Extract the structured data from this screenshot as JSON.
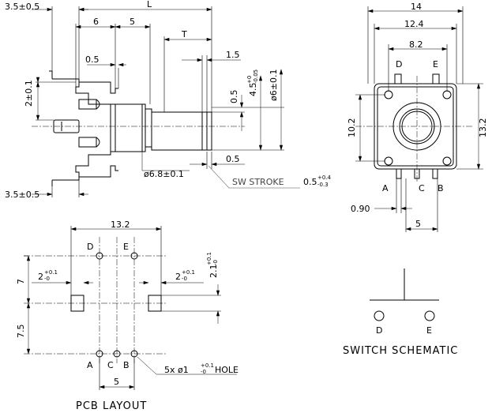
{
  "side_view": {
    "dim_3_5_top": "3.5±0.5",
    "dim_L": "L",
    "dim_6": "6",
    "dim_5": "5",
    "dim_T": "T",
    "dim_0_5_left": "0.5",
    "dim_1_5": "1.5",
    "dim_2_0_1": "2±0.1",
    "dim_0_5_mid": "0.5",
    "dim_4_5_base": "4.5",
    "dim_4_5_up": "+0",
    "dim_4_5_low": "-0.05",
    "dim_phi6": "ø6±0.1",
    "dim_phi6_8": "ø6.8±0.1",
    "dim_0_5_bottom": "0.5",
    "sw_stroke": "SW  STROKE",
    "sw_val_base": "0.5",
    "sw_val_up": "+0.4",
    "sw_val_low": "-0.3",
    "dim_3_5_bottom": "3.5±0.5"
  },
  "front_view": {
    "dim_14": "14",
    "dim_12_4": "12.4",
    "dim_8_2": "8.2",
    "pin_D": "D",
    "pin_E": "E",
    "dim_10_2": "10.2",
    "dim_13_2": "13.2",
    "pin_A": "A",
    "pin_C": "C",
    "pin_B": "B",
    "dim_0_90": "0.90",
    "dim_5": "5"
  },
  "pcb_layout": {
    "title": "PCB LAYOUT",
    "dim_13_2": "13.2",
    "pin_D": "D",
    "pin_E": "E",
    "dim_7": "7",
    "dim_7_5": "7.5",
    "dim_2_left_base": "2",
    "dim_2_left_up": "+0.1",
    "dim_2_left_low": "-0",
    "dim_2_right_base": "2",
    "dim_2_right_up": "+0.1",
    "dim_2_right_low": "-0",
    "dim_2_1_base": "2.1",
    "dim_2_1_up": "+0.1",
    "dim_2_1_low": "-0",
    "pin_A": "A",
    "pin_C": "C",
    "pin_B": "B",
    "hole_prefix": "5x  ø1",
    "hole_up": "+0.1",
    "hole_low": "-0",
    "hole_suffix": "HOLE",
    "dim_5": "5"
  },
  "switch_schematic": {
    "title": "SWITCH SCHEMATIC",
    "pin_D": "D",
    "pin_E": "E"
  }
}
